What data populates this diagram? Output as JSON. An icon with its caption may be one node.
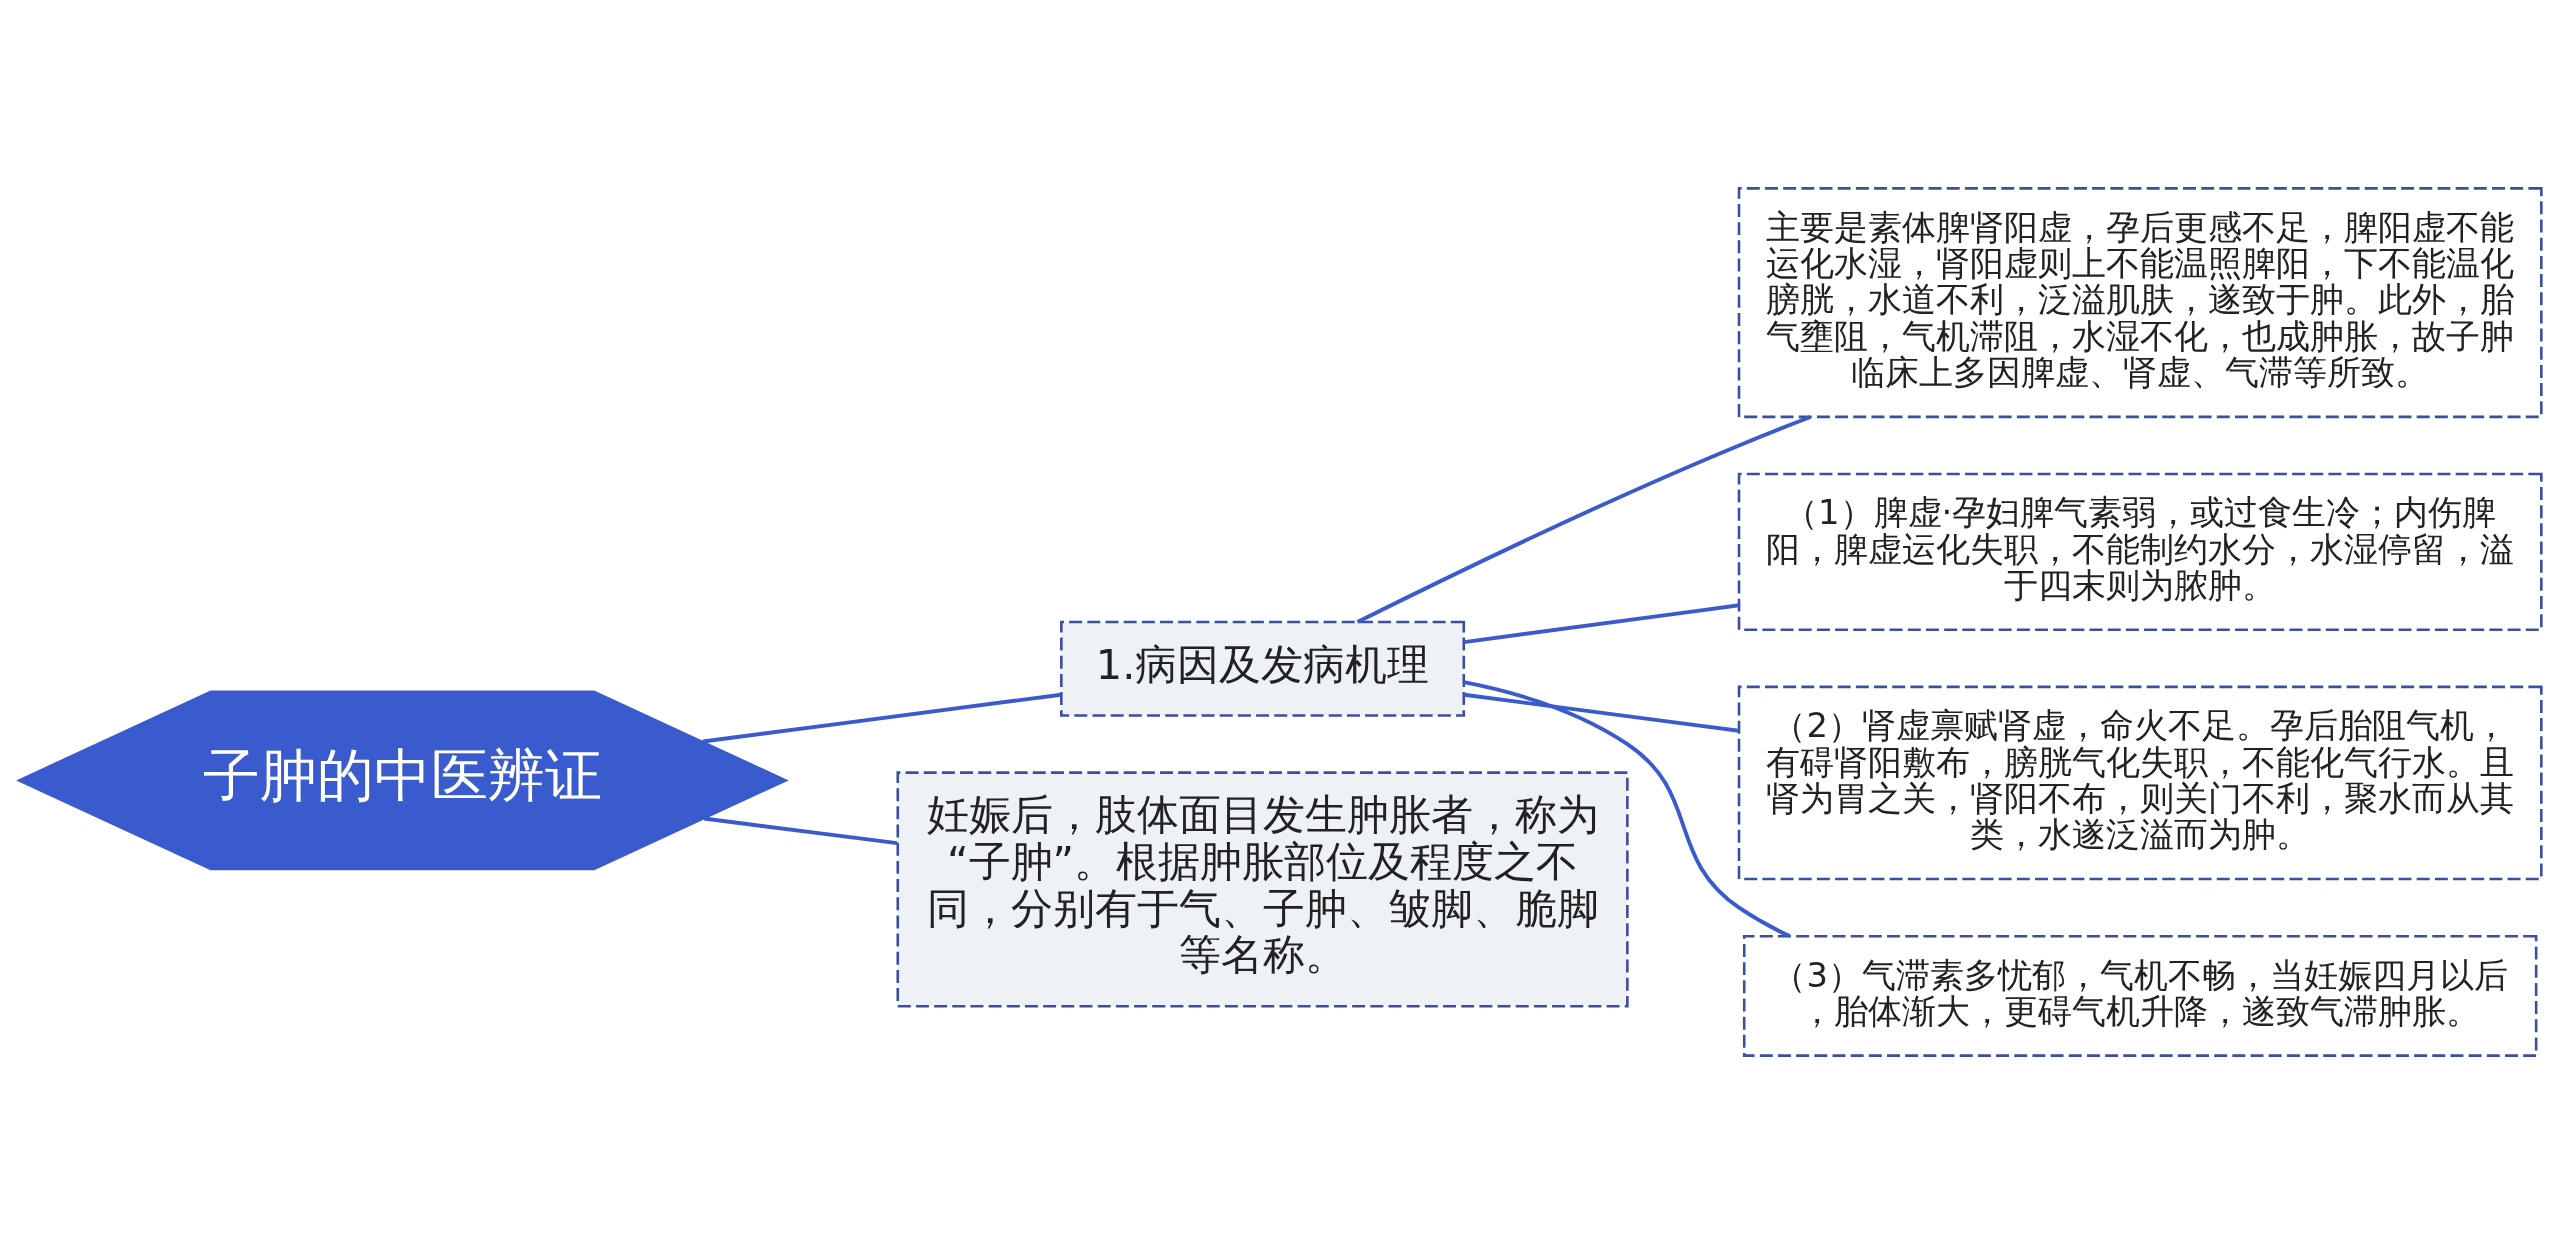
{
  "diagram": {
    "nodes": [
      {
        "text": [
          "子肿的中医辨证"
        ]
      },
      {
        "text": [
          "1.病因及发病机理"
        ]
      },
      {
        "text": [
          "主要是素体脾肾阳虚，孕后更感不足，脾阳虚不能运化水湿，肾阳虚则上不能温照脾阳，下不能温化膀胱，水道不利，泛溢肌肤，遂致于肿。此外，胎气壅阻，气机滞阻，水湿不化，也成肿胀，故子肿临床上多因脾虚、肾虚、气滞等所致。"
        ]
      },
      {
        "text": [
          "（1）脾虚·孕妇脾气素弱，或过食生冷；内伤脾阳，脾虚运化失职，不能制约水分，水湿停留，溢于四末则为脓肿。"
        ]
      },
      {
        "text": [
          "（2）肾虚禀赋肾虚，命火不足。孕后胎阻气机，有碍肾阳敷布，膀胱气化失职，不能化气行水。且肾为胃之关，肾阳不布，则关门不利，聚水而从其类，水遂泛溢而为肿。"
        ]
      },
      {
        "text": [
          "（3）气滞素多忧郁，气机不畅，当妊娠四月以后，胎体渐大，更碍气机升降，遂致气滞肿胀。"
        ]
      },
      {
        "text": [
          "妊娠后，肢体面目发生肿胀者，称为“子肿”。根据肿胀部位及程度之不同，分别有于气、子肿、皱脚、脆脚等名称。"
        ]
      }
    ],
    "edges": [
      {
        "from": 0,
        "to": 1,
        "arrow": "none"
      },
      {
        "from": 0,
        "to": 6,
        "arrow": "none"
      },
      {
        "from": 1,
        "to": 2,
        "arrow": "none"
      },
      {
        "from": 1,
        "to": 3,
        "arrow": "none"
      },
      {
        "from": 1,
        "to": 4,
        "arrow": "none"
      },
      {
        "from": 1,
        "to": 5,
        "arrow": "none"
      }
    ]
  }
}
